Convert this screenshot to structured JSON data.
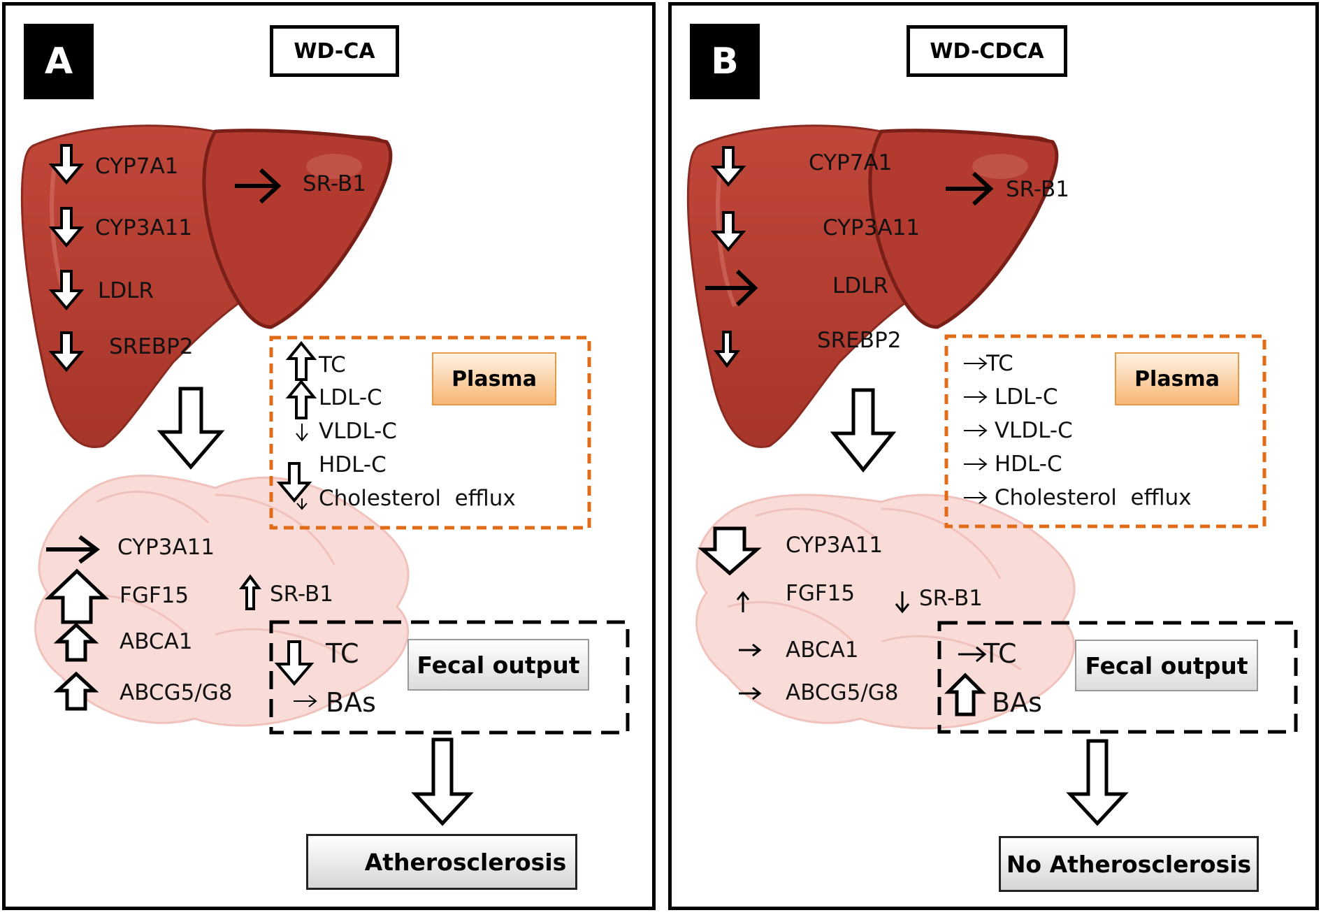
{
  "panel_a": {
    "letter": "A",
    "title": "WD-CA",
    "liver_labels": [
      "CYP7A1",
      "CYP3A11",
      "LDLR",
      "SREBP2",
      "SR-B1"
    ],
    "plasma_label": "Plasma",
    "plasma_items": [
      "TC",
      "LDL-C",
      "VLDL-C",
      "HDL-C",
      "Cholesterol  efflux"
    ],
    "intestine_labels": [
      "CYP3A11",
      "FGF15",
      "ABCA1",
      "ABCG5/G8",
      "SR-B1"
    ],
    "fecal_label": "Fecal output",
    "fecal_items": [
      "TC",
      "BAs"
    ],
    "outcome": "Atherosclerosis"
  },
  "panel_b": {
    "letter": "B",
    "title": "WD-CDCA",
    "liver_labels": [
      "CYP7A1",
      "CYP3A11",
      "LDLR",
      "SREBP2",
      "SR-B1"
    ],
    "plasma_label": "Plasma",
    "plasma_items": [
      "TC",
      " LDL-C",
      " VLDL-C",
      " HDL-C",
      " Cholesterol  efflux"
    ],
    "intestine_labels": [
      "CYP3A11",
      "FGF15",
      "ABCA1",
      "ABCG5/G8",
      "SR-B1"
    ],
    "fecal_label": "Fecal output",
    "fecal_items": [
      "TC",
      "BAs"
    ],
    "outcome": "No Atherosclerosis"
  },
  "colors": {
    "liver": "#b23a2e",
    "liver_dark": "#7a1f18",
    "intestine": "#f7d4d0",
    "plasma_border": "#e26b17",
    "fecal_border": "#000000"
  }
}
